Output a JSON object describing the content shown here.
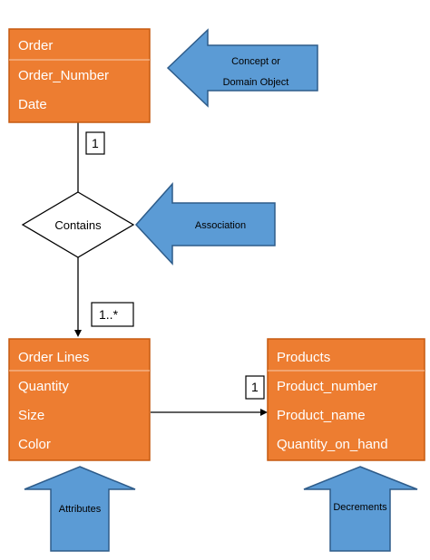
{
  "entities": {
    "order": {
      "title": "Order",
      "attributes": [
        "Order_Number",
        "Date"
      ]
    },
    "order_lines": {
      "title": "Order Lines",
      "attributes": [
        "Quantity",
        "Size",
        "Color"
      ]
    },
    "products": {
      "title": "Products",
      "attributes": [
        "Product_number",
        "Product_name",
        "Quantity_on_hand"
      ]
    }
  },
  "association": {
    "label": "Contains"
  },
  "multiplicities": {
    "order_side": "1",
    "order_lines_side": "1..*",
    "products_side": "1"
  },
  "callouts": {
    "concept": {
      "line1": "Concept or",
      "line2": "Domain Object"
    },
    "association": "Association",
    "attributes": "Attributes",
    "decrements": "Decrements"
  },
  "colors": {
    "entity_fill": "#ED7D31",
    "entity_border": "#C55A11",
    "callout_fill": "#5B9BD5",
    "callout_border": "#2E5C8A",
    "line": "#000000"
  }
}
